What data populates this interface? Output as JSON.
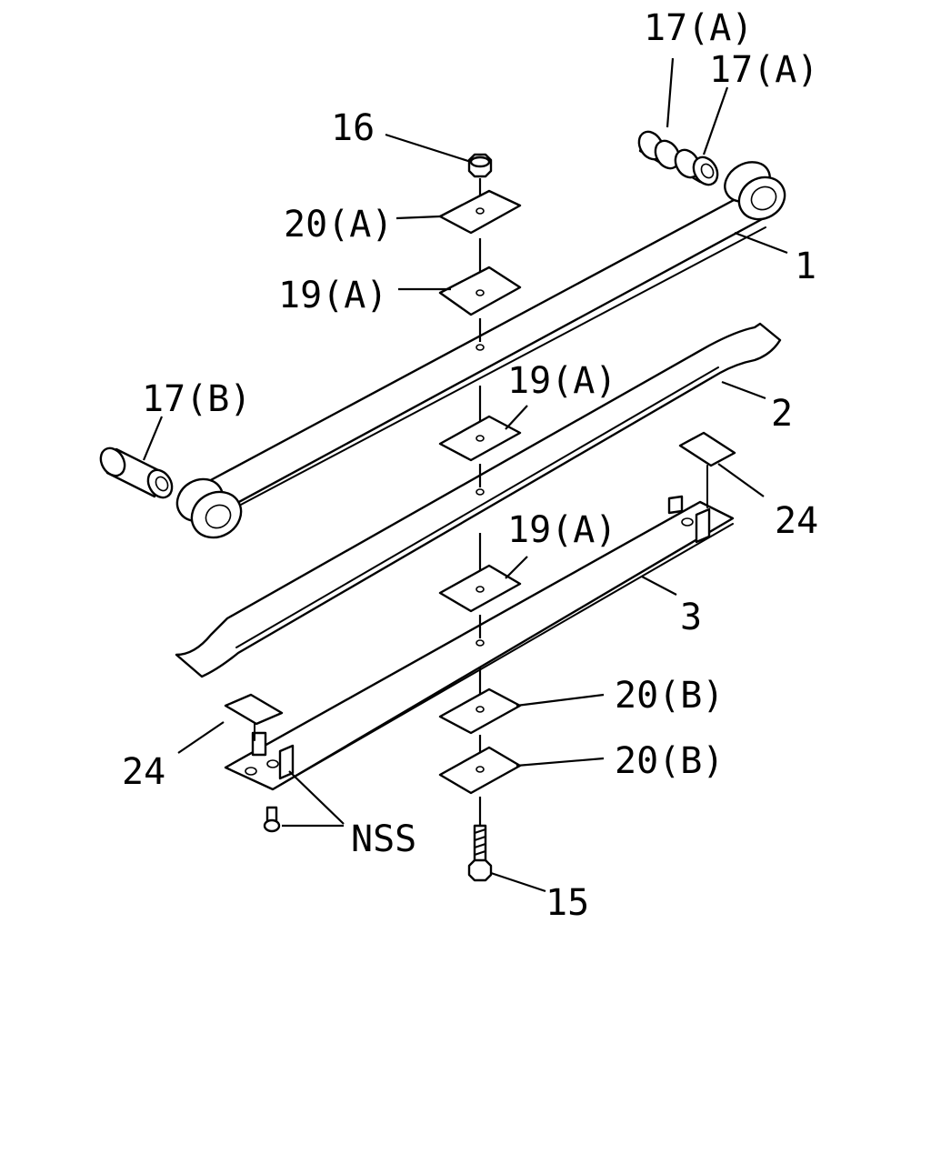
{
  "callouts": {
    "c17a_top": "17(A)",
    "c17a_second": "17(A)",
    "c16": "16",
    "c20a": "20(A)",
    "c1": "1",
    "c19a_top": "19(A)",
    "c17b": "17(B)",
    "c19a_mid": "19(A)",
    "c2": "2",
    "c24_right": "24",
    "c19a_low": "19(A)",
    "c3": "3",
    "c20b_top": "20(B)",
    "c24_left": "24",
    "c20b_bottom": "20(B)",
    "cNSS": "NSS",
    "c15": "15"
  }
}
